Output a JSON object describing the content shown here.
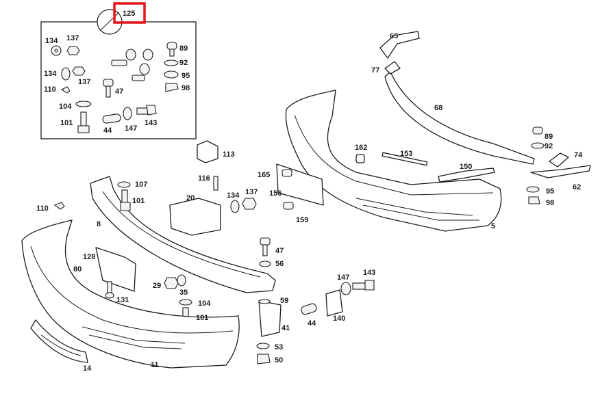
{
  "diagram": {
    "highlight_color": "#e8141c",
    "inset_ref": "125",
    "labels": [
      {
        "id": "l125",
        "text": "125"
      },
      {
        "id": "l134a",
        "text": "134"
      },
      {
        "id": "l137a",
        "text": "137"
      },
      {
        "id": "l134b",
        "text": "134"
      },
      {
        "id": "l137b",
        "text": "137"
      },
      {
        "id": "l110a",
        "text": "110"
      },
      {
        "id": "l47a",
        "text": "47"
      },
      {
        "id": "l104a",
        "text": "104"
      },
      {
        "id": "l101a",
        "text": "101"
      },
      {
        "id": "l44a",
        "text": "44"
      },
      {
        "id": "l147a",
        "text": "147"
      },
      {
        "id": "l143a",
        "text": "143"
      },
      {
        "id": "l89a",
        "text": "89"
      },
      {
        "id": "l92a",
        "text": "92"
      },
      {
        "id": "l95a",
        "text": "95"
      },
      {
        "id": "l98a",
        "text": "98"
      },
      {
        "id": "l65",
        "text": "65"
      },
      {
        "id": "l77",
        "text": "77"
      },
      {
        "id": "l68",
        "text": "68"
      },
      {
        "id": "l89b",
        "text": "89"
      },
      {
        "id": "l92b",
        "text": "92"
      },
      {
        "id": "l74",
        "text": "74"
      },
      {
        "id": "l62",
        "text": "62"
      },
      {
        "id": "l95b",
        "text": "95"
      },
      {
        "id": "l98b",
        "text": "98"
      },
      {
        "id": "l162",
        "text": "162"
      },
      {
        "id": "l153",
        "text": "153"
      },
      {
        "id": "l150",
        "text": "150"
      },
      {
        "id": "l5",
        "text": "5"
      },
      {
        "id": "l113",
        "text": "113"
      },
      {
        "id": "l116",
        "text": "116"
      },
      {
        "id": "l165",
        "text": "165"
      },
      {
        "id": "l156",
        "text": "156"
      },
      {
        "id": "l159",
        "text": "159"
      },
      {
        "id": "l107",
        "text": "107"
      },
      {
        "id": "l101b",
        "text": "101"
      },
      {
        "id": "l20",
        "text": "20"
      },
      {
        "id": "l134c",
        "text": "134"
      },
      {
        "id": "l137c",
        "text": "137"
      },
      {
        "id": "l110b",
        "text": "110"
      },
      {
        "id": "l8",
        "text": "8"
      },
      {
        "id": "l47b",
        "text": "47"
      },
      {
        "id": "l56",
        "text": "56"
      },
      {
        "id": "l128",
        "text": "128"
      },
      {
        "id": "l80",
        "text": "80"
      },
      {
        "id": "l131",
        "text": "131"
      },
      {
        "id": "l29",
        "text": "29"
      },
      {
        "id": "l35",
        "text": "35"
      },
      {
        "id": "l104b",
        "text": "104"
      },
      {
        "id": "l101c",
        "text": "101"
      },
      {
        "id": "l59",
        "text": "59"
      },
      {
        "id": "l41",
        "text": "41"
      },
      {
        "id": "l53",
        "text": "53"
      },
      {
        "id": "l50",
        "text": "50"
      },
      {
        "id": "l44b",
        "text": "44"
      },
      {
        "id": "l147b",
        "text": "147"
      },
      {
        "id": "l143b",
        "text": "143"
      },
      {
        "id": "l140",
        "text": "140"
      },
      {
        "id": "l14",
        "text": "14"
      },
      {
        "id": "l11",
        "text": "11"
      }
    ]
  }
}
